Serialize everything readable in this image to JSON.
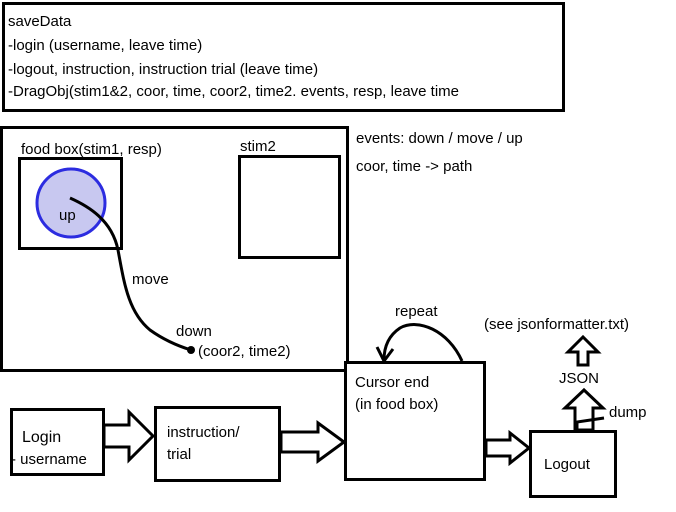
{
  "savedata": {
    "title": "saveData",
    "lines": [
      "-login (username, leave time)",
      "-logout, instruction, instruction trial (leave time)",
      "-DragObj(stim1&2, coor, time, coor2, time2. events, resp, leave time"
    ]
  },
  "stage": {
    "food_box_label": "food box(stim1, resp)",
    "stim2_label": "stim2",
    "up_label": "up",
    "move_label": "move",
    "down_label": "down",
    "down_coords": "(coor2, time2)"
  },
  "notes": {
    "events": "events: down / move / up",
    "path": "coor, time -> path"
  },
  "flow": {
    "login": [
      "Login",
      "- username"
    ],
    "instruction": [
      "instruction/",
      "trial"
    ],
    "cursor_end": [
      "Cursor end",
      "(in food box)"
    ],
    "repeat": "repeat",
    "logout": "Logout",
    "dump": "dump",
    "json": "JSON",
    "see": "(see jsonformatter.txt)"
  },
  "colors": {
    "circle_fill": "#c8c8f0",
    "circle_stroke": "#2c2ce0"
  }
}
